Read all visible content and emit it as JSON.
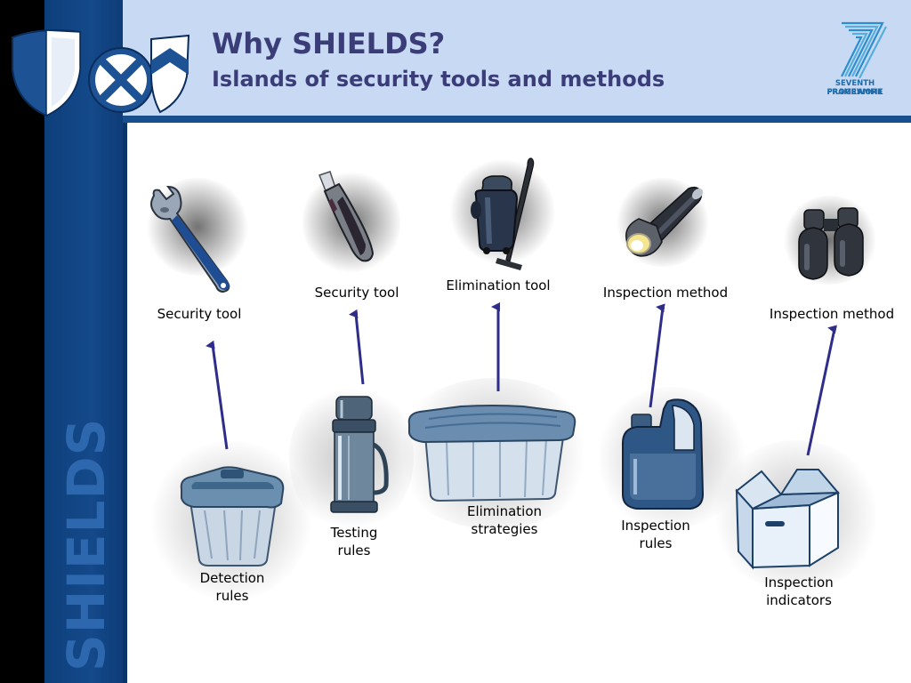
{
  "slide": {
    "title": "Why SHIELDS?",
    "subtitle": "Islands of security tools and methods",
    "brand_vertical": "SHIELDS",
    "fp7_logo": {
      "line1": "SEVENTH FRAMEWORK",
      "line2": "PROGRAMME"
    }
  },
  "tools": [
    {
      "label": "Security tool",
      "icon": "wrench-icon"
    },
    {
      "label": "Security tool",
      "icon": "utility-knife-icon"
    },
    {
      "label": "Elimination tool",
      "icon": "vacuum-cleaner-icon"
    },
    {
      "label": "Inspection method",
      "icon": "flashlight-icon"
    },
    {
      "label": "Inspection method",
      "icon": "binoculars-icon"
    }
  ],
  "sources": [
    {
      "label_line1": "Detection",
      "label_line2": "rules",
      "icon": "storage-bin-icon"
    },
    {
      "label_line1": "Testing",
      "label_line2": "rules",
      "icon": "thermos-icon"
    },
    {
      "label_line1": "Elimination",
      "label_line2": "strategies",
      "icon": "storage-chest-icon"
    },
    {
      "label_line1": "Inspection",
      "label_line2": "rules",
      "icon": "jug-icon"
    },
    {
      "label_line1": "Inspection",
      "label_line2": "indicators",
      "icon": "open-box-icon"
    }
  ],
  "colors": {
    "header_bg": "#c8daf3",
    "title": "#3b3d78",
    "side_blue": "#14498a",
    "arrow": "#2e2e8a"
  }
}
